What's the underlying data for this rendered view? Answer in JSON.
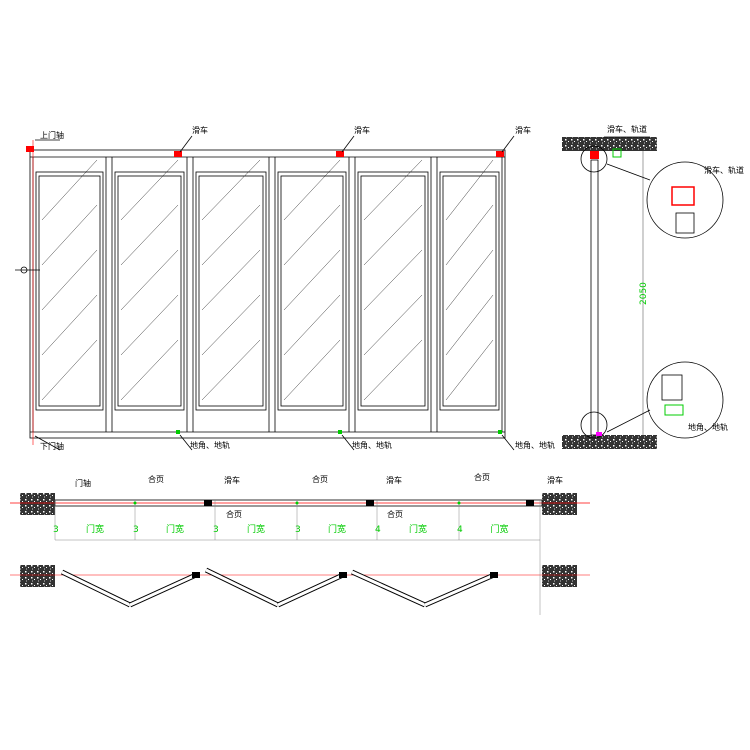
{
  "elevation": {
    "top_pivot": "上门轴",
    "bottom_pivot": "下门轴",
    "trolley_labels": [
      "滑车",
      "滑车",
      "滑车"
    ],
    "floor_labels": [
      "地角、地轨",
      "地角、地轨",
      "地角、地轨"
    ],
    "panel_count": 6
  },
  "section": {
    "top_label": "滑车、轨道",
    "detail_top_label": "滑车、轨道",
    "detail_bottom_label": "地角、地轨",
    "height_dim": "2050"
  },
  "plan": {
    "pivot_label": "门轴",
    "hinge_labels_top": [
      "合页",
      "合页",
      "合页"
    ],
    "hinge_labels_bottom": [
      "合页",
      "合页"
    ],
    "trolley_labels": [
      "滑车",
      "滑车",
      "滑车"
    ],
    "panel_numbers": [
      "3",
      "3",
      "3",
      "3",
      "4",
      "4"
    ],
    "width_labels": [
      "门宽",
      "门宽",
      "门宽",
      "门宽",
      "门宽",
      "门宽"
    ]
  },
  "colors": {
    "line": "#000000",
    "red": "#ff0000",
    "green": "#00cc00",
    "magenta": "#ff00ff",
    "gray": "#888888"
  }
}
